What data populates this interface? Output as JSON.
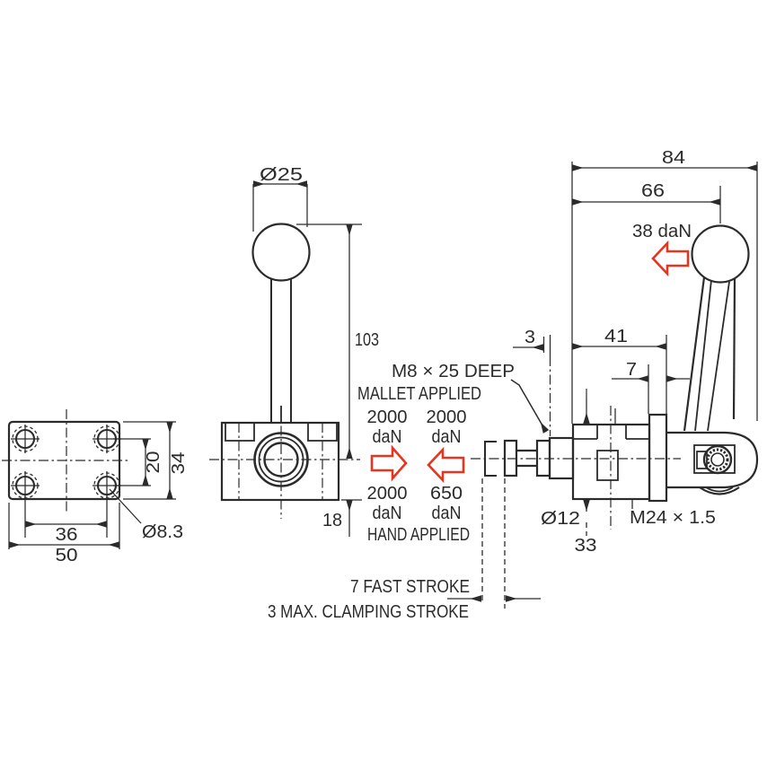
{
  "drawing": {
    "background": "#ffffff",
    "ink_color": "#2b2b2b",
    "accent_color": "#e5341f",
    "plate_view": {
      "hole_pitch_vertical": "20",
      "plate_height": "34",
      "hole_pitch_horizontal": "36",
      "plate_width": "50",
      "hole_diameter": "Ø8.3"
    },
    "front_view": {
      "knob_diameter": "Ø25",
      "lever_length": "103",
      "base_depth": "18"
    },
    "force_annotations": {
      "tapping_note": "M8 × 25 DEEP",
      "mallet_label": "MALLET APPLIED",
      "hand_label": "HAND APPLIED",
      "mallet_push_value": "2000",
      "mallet_push_unit": "daN",
      "mallet_pull_value": "2000",
      "mallet_pull_unit": "daN",
      "hand_push_value": "2000",
      "hand_push_unit": "daN",
      "hand_pull_value": "650",
      "hand_pull_unit": "daN",
      "lever_force": "38 daN"
    },
    "side_view": {
      "overall_width": "84",
      "lever_offset": "66",
      "clamping_stroke": "3",
      "body_length": "41",
      "pivot_offset": "7",
      "plunger_diameter": "Ø12",
      "mounting_thread": "M24 × 1.5",
      "body_height": "33"
    },
    "stroke_annotations": {
      "fast_stroke": "7 FAST STROKE",
      "max_clamping_stroke": "3 MAX. CLAMPING STROKE"
    }
  }
}
